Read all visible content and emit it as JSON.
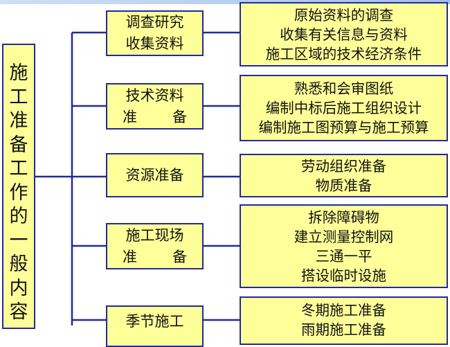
{
  "root": {
    "title": "施工准备工作的一般内容"
  },
  "branches": [
    {
      "label_lines": [
        "调查研究",
        "收集资料"
      ],
      "spread": [
        false,
        false
      ],
      "items": [
        "原始资料的调查",
        "收集有关信息与资料",
        "施工区域的技术经济条件"
      ]
    },
    {
      "label_lines": [
        "技术资料",
        "准　　备"
      ],
      "spread": [
        false,
        true
      ],
      "items": [
        "熟悉和会审图纸",
        "编制中标后施工组织设计",
        "编制施工图预算与施工预算"
      ]
    },
    {
      "label_lines": [
        "资源准备"
      ],
      "spread": [
        false
      ],
      "items": [
        "劳动组织准备",
        "物质准备"
      ]
    },
    {
      "label_lines": [
        "施工现场",
        "准　　备"
      ],
      "spread": [
        false,
        true
      ],
      "items": [
        "拆除障碍物",
        "建立测量控制网",
        "三通一平",
        "搭设临时设施"
      ]
    },
    {
      "label_lines": [
        "季节施工"
      ],
      "spread": [
        false
      ],
      "items": [
        "冬期施工准备",
        "雨期施工准备"
      ]
    }
  ],
  "colors": {
    "box_fill": "#ffff99",
    "border": "#1f2a9c",
    "connector": "#1f2a9c"
  }
}
